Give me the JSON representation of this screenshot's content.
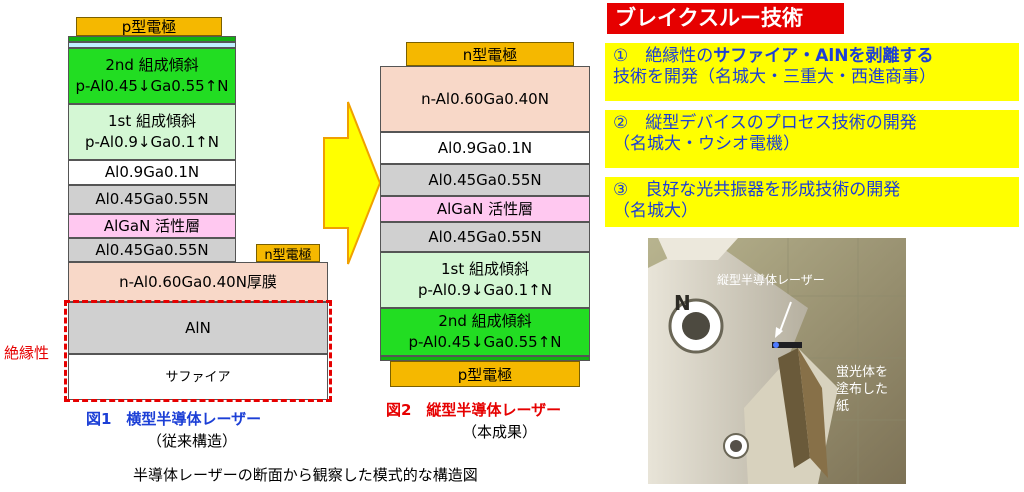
{
  "left_stack": {
    "top_electrode": "p型電極",
    "layer_2nd_line1": "2nd 組成傾斜",
    "layer_2nd_line2": "p-Al0.45↓Ga0.55↑N",
    "layer_1st_line1": "1st 組成傾斜",
    "layer_1st_line2": "p-Al0.9↓Ga0.1↑N",
    "layer_al09": "Al0.9Ga0.1N",
    "layer_al045_a": "Al0.45Ga0.55N",
    "layer_active": "AlGaN 活性層",
    "layer_al045_b": "Al0.45Ga0.55N",
    "n_electrode": "n型電極",
    "layer_nthick": "n-Al0.60Ga0.40N厚膜",
    "layer_aln": "AlN",
    "layer_sapphire": "サファイア",
    "insulating_label": "絶縁性",
    "caption_title": "図1　横型半導体レーザー",
    "caption_sub": "（従来構造）"
  },
  "right_stack": {
    "top_electrode": "n型電極",
    "layer_n": "n-Al0.60Ga0.40N",
    "layer_al09": "Al0.9Ga0.1N",
    "layer_al045_a": "Al0.45Ga0.55N",
    "layer_active": "AlGaN 活性層",
    "layer_al045_b": "Al0.45Ga0.55N",
    "layer_1st_line1": "1st 組成傾斜",
    "layer_1st_line2": "p-Al0.9↓Ga0.1↑N",
    "layer_2nd_line1": "2nd 組成傾斜",
    "layer_2nd_line2": "p-Al0.45↓Ga0.55↑N",
    "bottom_electrode": "p型電極",
    "caption_title": "図2　縦型半導体レーザー",
    "caption_sub": "（本成果）"
  },
  "bottom_caption": "半導体レーザーの断面から観察した模式的な構造図",
  "breakthrough": {
    "title": "ブレイクスルー技術",
    "item1_prefix": "①　絶縁性の",
    "item1_highlight": "サファイア・AlNを剥離する",
    "item1_rest": "技術を開発（名城大・三重大・西進商事）",
    "item2_line1": "②　縦型デバイスのプロセス技術の開発",
    "item2_line2": "（名城大・ウシオ電機）",
    "item3_line1": "③　良好な光共振器を形成技術の開発",
    "item3_line2": "（名城大）"
  },
  "photo": {
    "label_laser": "縦型半導体レーザー",
    "label_paper_1": "蛍光体を",
    "label_paper_2": "塗布した",
    "label_paper_3": "紙"
  },
  "colors": {
    "electrode": "#f5b800",
    "green_dark": "#22dd22",
    "green_light": "#d4f7d4",
    "gray": "#d0d0d0",
    "pink": "#ffc8f0",
    "peach": "#f8d8c8",
    "red_accent": "#e60000",
    "yellow_box": "#ffff00"
  }
}
